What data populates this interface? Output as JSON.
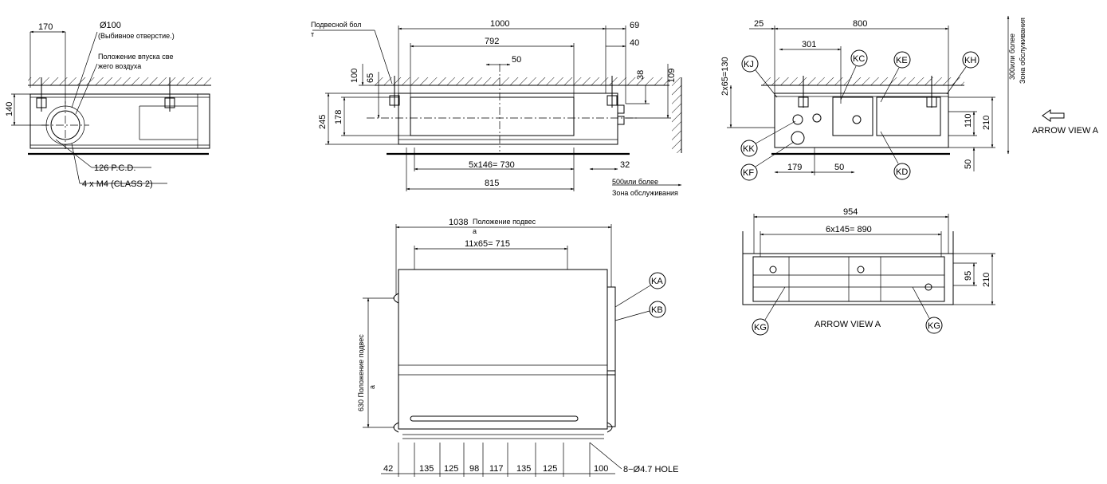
{
  "left_view": {
    "dim_170": "170",
    "dim_140": "140",
    "hole_diameter": "Ø100",
    "knockout_note": "(Выбивное отверстие.)",
    "air_intake_note_1": "Положение впуска све",
    "air_intake_note_2": "жего воздуха",
    "pcd": "126 P.C.D.",
    "screws": "4 x M4 (CLASS 2)"
  },
  "front_view": {
    "hanging_bolt_1": "Подвесной бол",
    "hanging_bolt_2": "т",
    "dim_1000": "1000",
    "dim_69": "69",
    "dim_792": "792",
    "dim_40": "40",
    "dim_50": "50",
    "dim_100": "100",
    "dim_65": "65",
    "dim_38": "38",
    "dim_109": "109",
    "dim_245": "245",
    "dim_178": "178",
    "dim_5x146": "5x146= 730",
    "dim_32": "32",
    "dim_815": "815",
    "service_1": "500или более",
    "service_2": "Зона обслуживания"
  },
  "right_view": {
    "dim_25": "25",
    "dim_800": "800",
    "dim_301": "301",
    "dim_2x65": "2x65=130",
    "service_1": "300или более",
    "service_2": "Зона обслуживания",
    "dim_110": "110",
    "dim_210": "210",
    "dim_179": "179",
    "dim_50": "50",
    "dim_50v": "50",
    "arrow_view": "ARROW VIEW A",
    "labels": [
      "KJ",
      "KC",
      "KE",
      "KH",
      "KK",
      "KF",
      "KD"
    ]
  },
  "top_view": {
    "dim_1038": "1038",
    "hang_pos_1": "Положение подвес",
    "hang_pos_2": "а",
    "dim_11x65": "11x65= 715",
    "dim_630": "630 Положение подвес",
    "dim_630_b": "а",
    "bottom_dims": [
      "42",
      "135",
      "125",
      "98",
      "117",
      "135",
      "125",
      "100"
    ],
    "holes": "8−Ø4.7 HOLE",
    "labels": [
      "KA",
      "KB"
    ]
  },
  "arrow_view": {
    "dim_954": "954",
    "dim_6x145": "6x145= 890",
    "dim_95": "95",
    "dim_210": "210",
    "title": "ARROW VIEW A",
    "labels": [
      "KG",
      "KG"
    ]
  }
}
